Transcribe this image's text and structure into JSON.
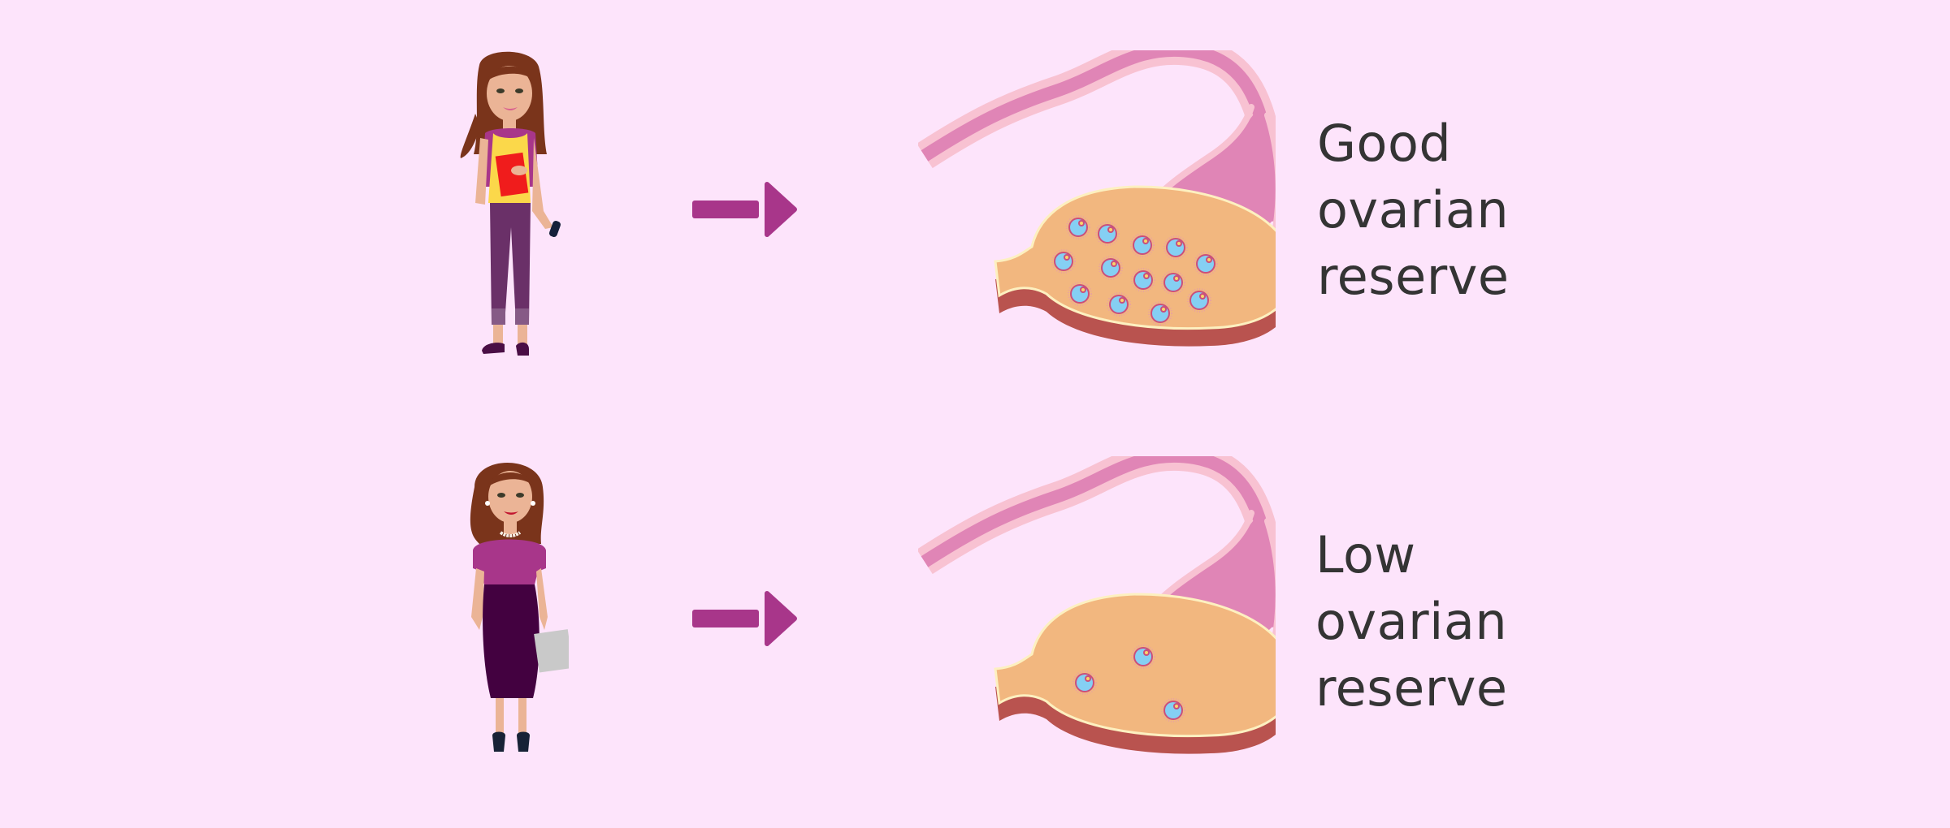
{
  "diagram": {
    "colors": {
      "background": "#fde4fb",
      "arrow": "#a8368a",
      "text": "#343434",
      "tube_outer": "#f8c2d2",
      "tube_inner": "#e085b6",
      "ovary_surface": "#f2b77f",
      "ovary_side": "#b9534f",
      "ovary_rim": "#fdf0c0",
      "follicle": "#85cff3",
      "follicle_ring": "#c94f7c"
    },
    "rows": [
      {
        "id": "young-woman",
        "person": "young woman with backpack and book",
        "arrow": "arrow-right",
        "ovary_follicle_count": 13,
        "label_lines": [
          "Good",
          "ovarian",
          "reserve"
        ]
      },
      {
        "id": "older-woman",
        "person": "adult woman with pearl necklace and folder",
        "arrow": "arrow-right",
        "ovary_follicle_count": 3,
        "label_lines": [
          "Low",
          "ovarian",
          "reserve"
        ]
      }
    ]
  }
}
